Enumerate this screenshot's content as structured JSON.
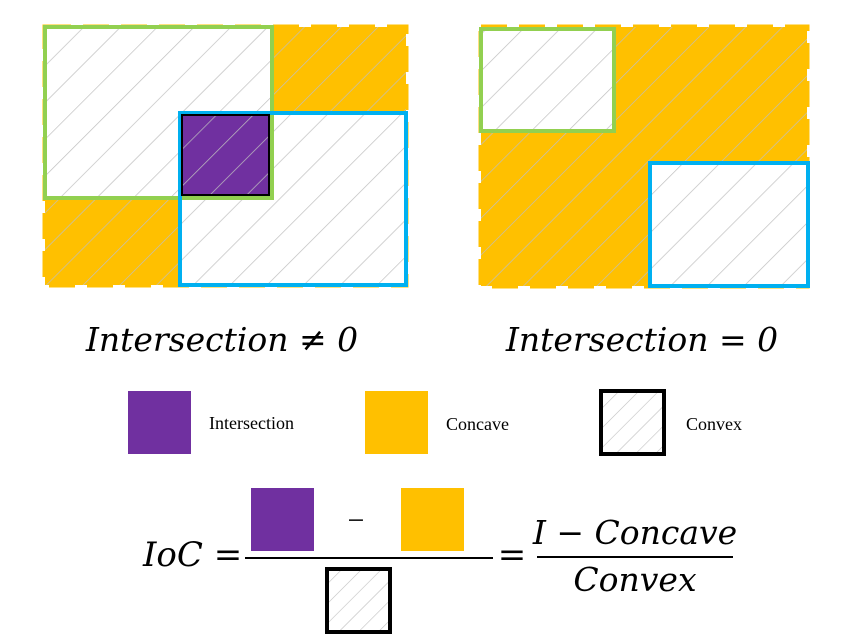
{
  "colors": {
    "concave": "#FFC000",
    "intersection": "#7030A0",
    "green_box": "#92D050",
    "blue_box": "#00B0F0",
    "hatch": "#BFBFBF",
    "outline": "#000000"
  },
  "captions": {
    "left": "Intersection ≠ 0",
    "right": "Intersection = 0"
  },
  "legend": {
    "intersection": "Intersection",
    "concave": "Concave",
    "convex": "Convex"
  },
  "formula": {
    "lhs": "IoC =",
    "minus": "−",
    "equals": "=",
    "numerator": "I − Concave",
    "denominator": "Convex"
  }
}
